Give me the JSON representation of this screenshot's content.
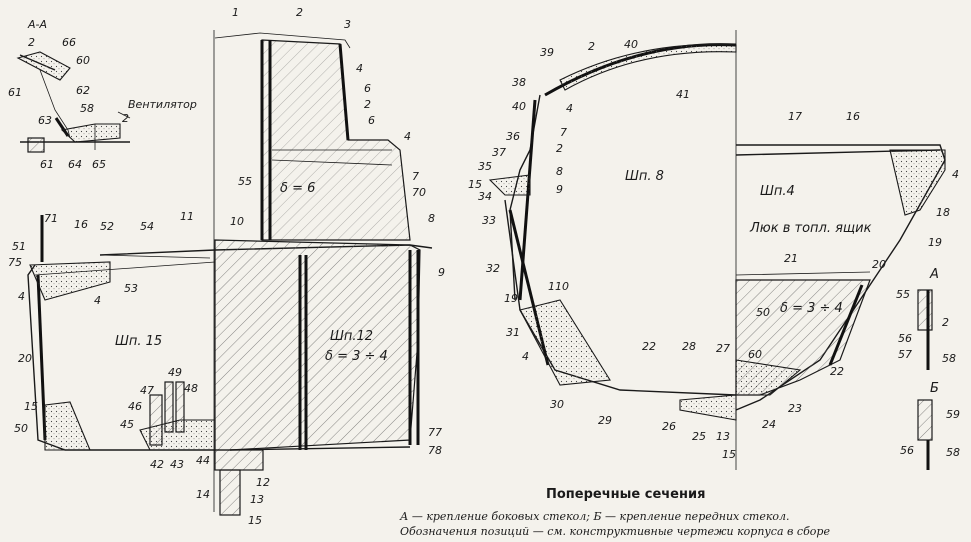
{
  "sections": {
    "section_aa": "А-А",
    "ventilator": "Вентилятор",
    "sp15": "Шп. 15",
    "sp12": "Шп.12",
    "delta_12": "δ = 3 ÷ 4",
    "delta_6": "δ = 6",
    "sp8": "Шп. 8",
    "sp4": "Шп.4",
    "hatch": "Люк в топл. ящик",
    "delta_34": "δ = 3 ÷ 4",
    "detail_a": "А",
    "detail_b": "Б"
  },
  "numbers": {
    "n1": "1",
    "n2a": "2",
    "n3": "3",
    "n4a": "4",
    "n6a": "6",
    "n2b": "2",
    "n6b": "6",
    "n4b": "4",
    "n7a": "7",
    "n70": "70",
    "n8a": "8",
    "n9": "9",
    "n55a": "55",
    "n10": "10",
    "n11": "11",
    "n54": "54",
    "n52": "52",
    "n16a": "16",
    "n71": "71",
    "n51": "51",
    "n75": "75",
    "n53": "53",
    "n4c": "4",
    "n4d": "4",
    "n20a": "20",
    "n15a": "15",
    "n50a": "50",
    "n47": "47",
    "n49": "49",
    "n48": "48",
    "n46": "46",
    "n45": "45",
    "n42": "42",
    "n43": "43",
    "n44": "44",
    "n12": "12",
    "n14": "14",
    "n13a": "13",
    "n15b": "15",
    "n77": "77",
    "n78": "78",
    "n2aa": "2",
    "n66": "66",
    "n60": "60",
    "n61a": "61",
    "n62": "62",
    "n58a": "58",
    "n63": "63",
    "n2ab": "2",
    "n61b": "61",
    "n64": "64",
    "n65": "65",
    "n2c": "2",
    "n40a": "40",
    "n39": "39",
    "n38": "38",
    "n4e": "4",
    "n41": "41",
    "n40b": "40",
    "n7b": "7",
    "n36": "36",
    "n2d": "2",
    "n37": "37",
    "n8b": "8",
    "n35": "35",
    "n34": "34",
    "n15c": "15",
    "n9b": "9",
    "n33": "33",
    "n32": "32",
    "n19a": "19",
    "n110": "110",
    "n31": "31",
    "n4f": "4",
    "n30": "30",
    "n29": "29",
    "n22a": "22",
    "n28": "28",
    "n27": "27",
    "n60b": "60",
    "n26": "26",
    "n25": "25",
    "n13b": "13",
    "n15d": "15",
    "n24": "24",
    "n23": "23",
    "n22b": "22",
    "n50b": "50",
    "n21": "21",
    "n20b": "20",
    "n17": "17",
    "n16b": "16",
    "n4g": "4",
    "n18": "18",
    "n19b": "19",
    "n55b": "55",
    "n56a": "56",
    "n2e": "2",
    "n57": "57",
    "n58b": "58",
    "n59": "59",
    "n56b": "56",
    "n58c": "58"
  },
  "caption": {
    "title": "Поперечные сечения",
    "line1": "А — крепление боковых стекол; Б — крепление передних стекол.",
    "line2": "Обозначения позиций — см. конструктивные чертежи корпуса в сборе"
  }
}
